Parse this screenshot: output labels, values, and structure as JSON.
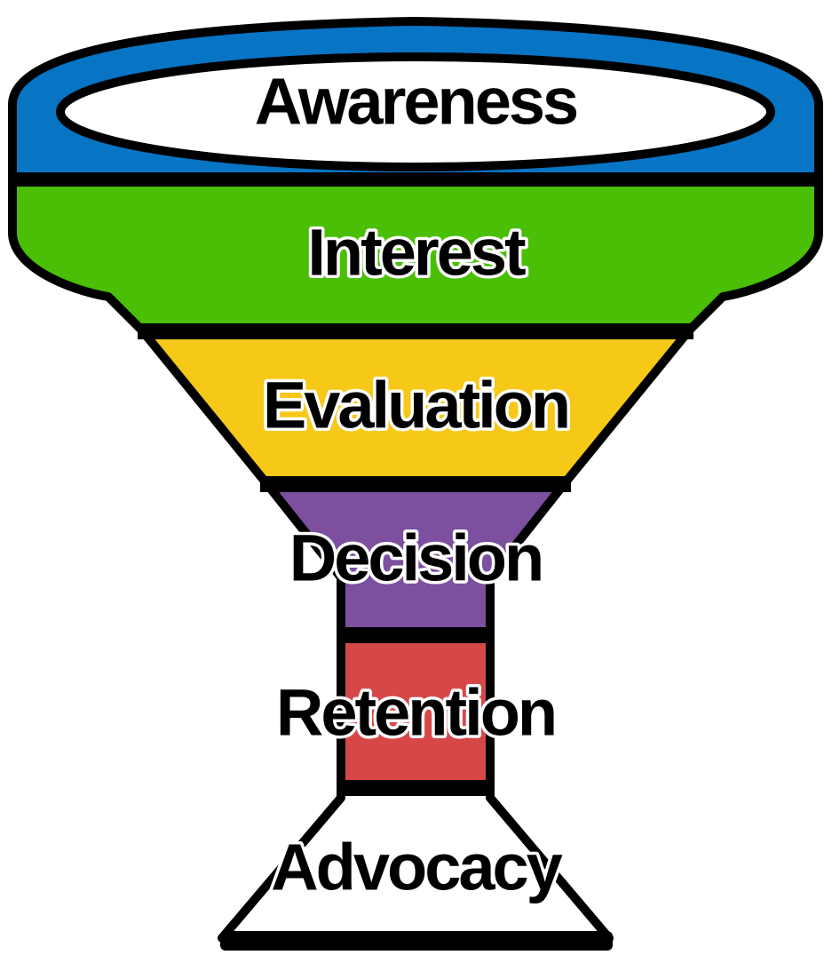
{
  "stages": [
    {
      "label": "Awareness",
      "color": "#0874c4"
    },
    {
      "label": "Interest",
      "color": "#4abf05"
    },
    {
      "label": "Evaluation",
      "color": "#f6c818"
    },
    {
      "label": "Decision",
      "color": "#7c4f9f"
    },
    {
      "label": "Retention",
      "color": "#d64848"
    },
    {
      "label": "Advocacy",
      "color": "#ffffff"
    }
  ],
  "outline_color": "#000000"
}
